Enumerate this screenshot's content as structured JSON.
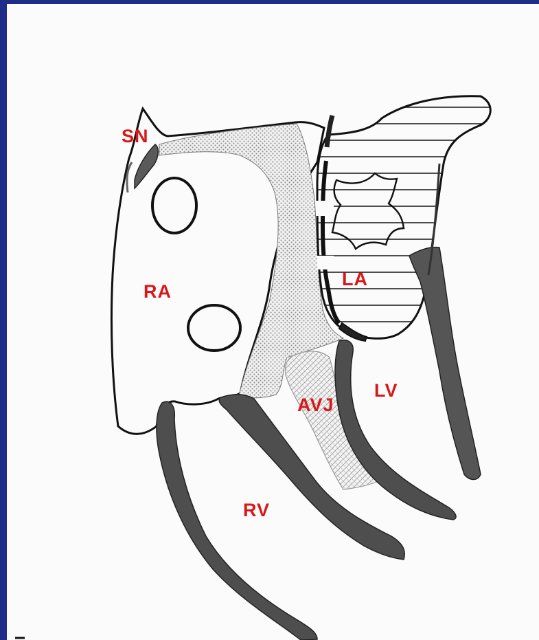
{
  "labels": {
    "sn": "SN",
    "ra": "RA",
    "la": "LA",
    "lv": "LV",
    "avj": "AVJ",
    "rv": "RV"
  },
  "colors": {
    "frame": "#1f2d8a",
    "background": "#fbfbfb",
    "label": "#d81818",
    "muscle": "#505050",
    "outline": "#111111"
  }
}
